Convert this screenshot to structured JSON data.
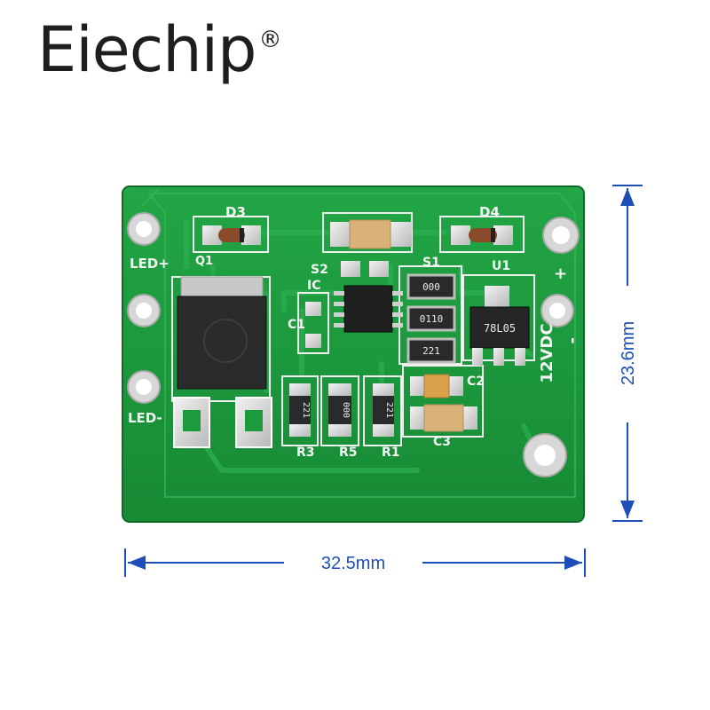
{
  "brand": {
    "name": "Eiechip",
    "registered_mark": "®"
  },
  "board": {
    "silkscreen": {
      "d3": "D3",
      "d4": "D4",
      "q1": "Q1",
      "led_plus": "LED+",
      "led_minus": "LED-",
      "s2": "S2",
      "s1": "S1",
      "ic": "IC",
      "u1": "U1",
      "c1": "C1",
      "c2": "C2",
      "c3": "C3",
      "r3": "R3",
      "r5": "R5",
      "r1": "R1",
      "plus": "+",
      "minus": "-",
      "voltage": "12VDC"
    },
    "component_markings": {
      "r_top": "000",
      "r_mid": "0110",
      "r_low": "221",
      "r_bottom_left": "221",
      "r_bottom_mid": "000",
      "r_bottom_right": "221",
      "regulator": "78L05"
    }
  },
  "dimensions": {
    "width": "32.5mm",
    "height": "23.6mm"
  },
  "colors": {
    "pcb": "#1c9a3c",
    "pcb_dark": "#137a2c",
    "dimension": "#1e4fb8",
    "brand": "#1e1e1e"
  }
}
